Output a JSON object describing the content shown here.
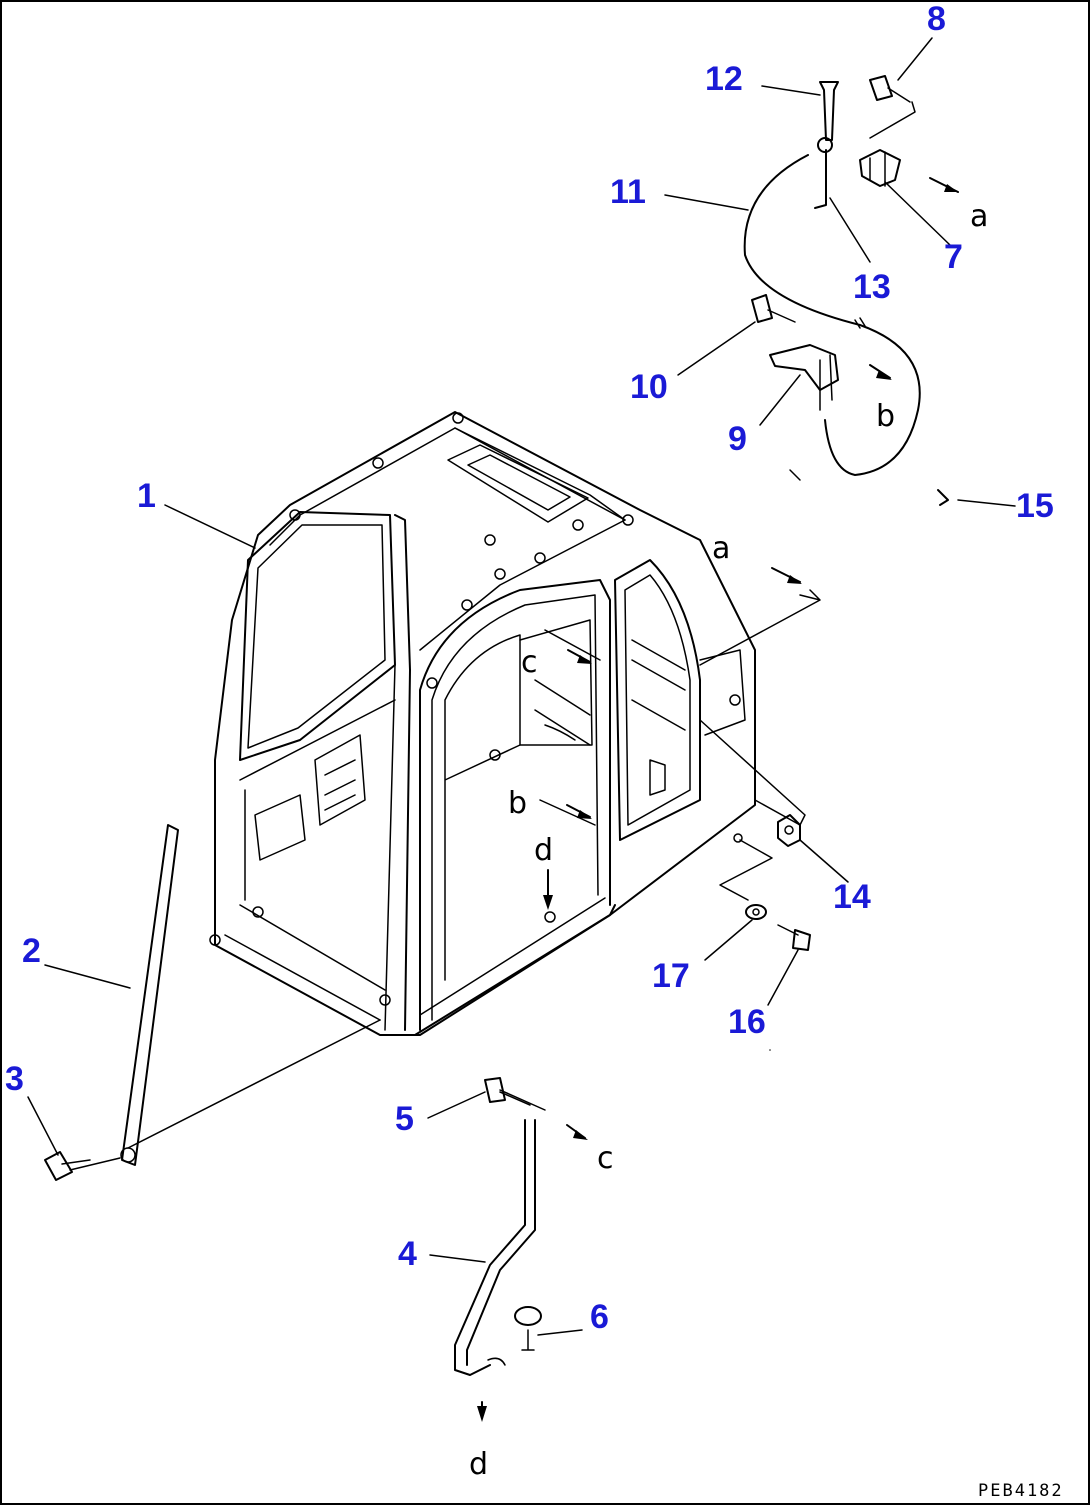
{
  "parts": [
    {
      "no": "1"
    },
    {
      "no": "2"
    },
    {
      "no": "3"
    },
    {
      "no": "4"
    },
    {
      "no": "5"
    },
    {
      "no": "6"
    },
    {
      "no": "7"
    },
    {
      "no": "8"
    },
    {
      "no": "9"
    },
    {
      "no": "10"
    },
    {
      "no": "11"
    },
    {
      "no": "12"
    },
    {
      "no": "13"
    },
    {
      "no": "14"
    },
    {
      "no": "15"
    },
    {
      "no": "16"
    },
    {
      "no": "17"
    }
  ],
  "refs": {
    "a": "a",
    "b": "b",
    "c": "c",
    "d": "d"
  },
  "drawing_code": "PEB4182",
  "colors": {
    "part_number": "#1a1ad6",
    "line": "#000000",
    "background": "#ffffff"
  }
}
